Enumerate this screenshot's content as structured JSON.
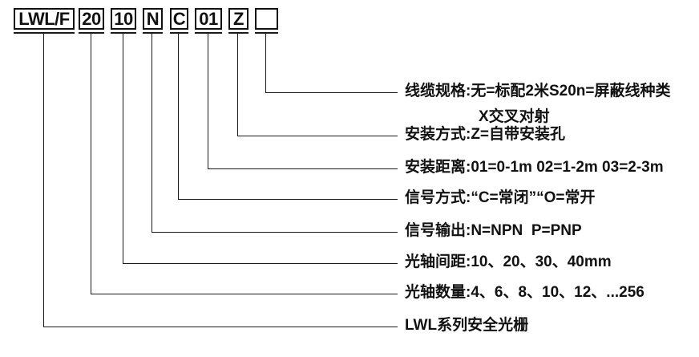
{
  "diagram": {
    "model_code": {
      "segments": [
        "LWL/F",
        "20",
        "10",
        "N",
        "C",
        "01",
        "Z",
        ""
      ]
    },
    "legend": {
      "cable_spec": "线缆规格:无=标配2米S20n=屏蔽线种类",
      "cable_spec_line2": "X交叉对射",
      "mounting": "安装方式:Z=自带安装孔",
      "distance": "安装距离:01=0-1m 02=1-2m 03=2-3m",
      "signal_mode": "信号方式:“C=常闭”“O=常开",
      "signal_output": "信号输出:N=NPN  P=PNP",
      "axis_pitch": "光轴间距:10、20、30、40mm",
      "axis_count": "光轴数量:4、6、8、10、12、...256",
      "series": "LWL系列安全光栅"
    },
    "colors": {
      "ink": "#111111",
      "line": "#1a1a1a",
      "background": "#ffffff"
    }
  }
}
